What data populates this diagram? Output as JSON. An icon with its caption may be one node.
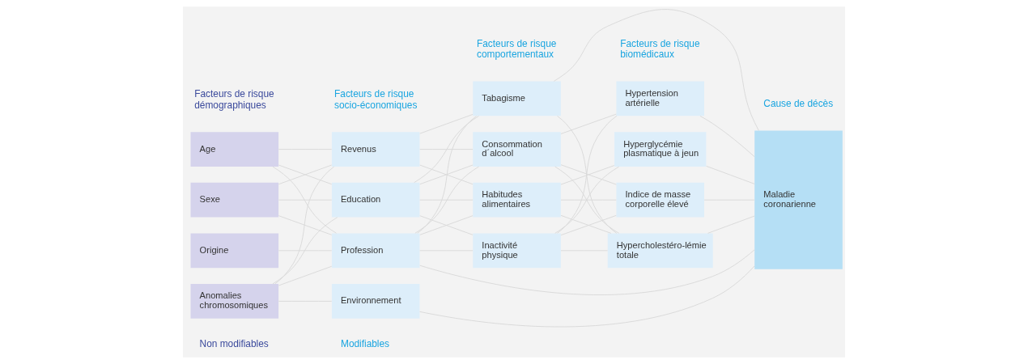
{
  "diagram": {
    "nodes": [
      {
        "text": [
          "Age"
        ]
      },
      {
        "text": [
          "Sexe"
        ]
      },
      {
        "text": [
          "Origine"
        ]
      },
      {
        "text": [
          "Anomalies chromosomiques"
        ]
      },
      {
        "text": [
          "Revenus"
        ]
      },
      {
        "text": [
          "Education"
        ]
      },
      {
        "text": [
          "Profession"
        ]
      },
      {
        "text": [
          "Environnement"
        ]
      },
      {
        "text": [
          "Tabagisme"
        ]
      },
      {
        "text": [
          "Consommation d´alcool"
        ]
      },
      {
        "text": [
          "Habitudes alimentaires"
        ]
      },
      {
        "text": [
          "Inactivité physique"
        ]
      },
      {
        "text": [
          "Hypertension artérielle"
        ]
      },
      {
        "text": [
          "Hyperglycémie plasmatique à jeun"
        ]
      },
      {
        "text": [
          "Indice de masse corporelle élevé"
        ]
      },
      {
        "text": [
          "Hypercholestéro-lémie totale"
        ]
      },
      {
        "text": [
          "Maladie coronarienne"
        ]
      }
    ],
    "edges": [
      {
        "from": 0,
        "to": 4,
        "arrow": "none"
      },
      {
        "from": 0,
        "to": 5,
        "arrow": "none"
      },
      {
        "from": 0,
        "to": 6,
        "arrow": "none"
      },
      {
        "from": 1,
        "to": 4,
        "arrow": "none"
      },
      {
        "from": 1,
        "to": 5,
        "arrow": "none"
      },
      {
        "from": 1,
        "to": 6,
        "arrow": "none"
      },
      {
        "from": 2,
        "to": 6,
        "arrow": "none"
      },
      {
        "from": 3,
        "to": 4,
        "arrow": "none"
      },
      {
        "from": 3,
        "to": 5,
        "arrow": "none"
      },
      {
        "from": 3,
        "to": 6,
        "arrow": "none"
      },
      {
        "from": 3,
        "to": 7,
        "arrow": "none"
      },
      {
        "from": 4,
        "to": 8,
        "arrow": "none"
      },
      {
        "from": 4,
        "to": 9,
        "arrow": "none"
      },
      {
        "from": 4,
        "to": 10,
        "arrow": "none"
      },
      {
        "from": 5,
        "to": 8,
        "arrow": "none"
      },
      {
        "from": 5,
        "to": 9,
        "arrow": "none"
      },
      {
        "from": 5,
        "to": 10,
        "arrow": "none"
      },
      {
        "from": 5,
        "to": 11,
        "arrow": "none"
      },
      {
        "from": 6,
        "to": 8,
        "arrow": "none"
      },
      {
        "from": 6,
        "to": 9,
        "arrow": "none"
      },
      {
        "from": 6,
        "to": 10,
        "arrow": "none"
      },
      {
        "from": 6,
        "to": 11,
        "arrow": "none"
      },
      {
        "from": 6,
        "to": 16,
        "arrow": "none"
      },
      {
        "from": 7,
        "to": 16,
        "arrow": "none"
      },
      {
        "from": 8,
        "to": 15,
        "arrow": "none"
      },
      {
        "from": 8,
        "to": 16,
        "arrow": "none"
      },
      {
        "from": 9,
        "to": 12,
        "arrow": "none"
      },
      {
        "from": 9,
        "to": 14,
        "arrow": "none"
      },
      {
        "from": 9,
        "to": 15,
        "arrow": "none"
      },
      {
        "from": 10,
        "to": 13,
        "arrow": "none"
      },
      {
        "from": 10,
        "to": 14,
        "arrow": "none"
      },
      {
        "from": 10,
        "to": 15,
        "arrow": "none"
      },
      {
        "from": 11,
        "to": 12,
        "arrow": "none"
      },
      {
        "from": 11,
        "to": 13,
        "arrow": "none"
      },
      {
        "from": 11,
        "to": 14,
        "arrow": "none"
      },
      {
        "from": 11,
        "to": 15,
        "arrow": "none"
      },
      {
        "from": 12,
        "to": 16,
        "arrow": "none"
      },
      {
        "from": 13,
        "to": 16,
        "arrow": "none"
      },
      {
        "from": 14,
        "to": 16,
        "arrow": "none"
      },
      {
        "from": 15,
        "to": 16,
        "arrow": "none"
      }
    ],
    "labels": [
      "Facteurs de risque démographiques",
      "Facteurs de risque socio-économiques",
      "Facteurs de risque comportementaux",
      "Facteurs de risque biomédicaux",
      "Cause de décès",
      "Non modifiables",
      "Modifiables"
    ]
  }
}
